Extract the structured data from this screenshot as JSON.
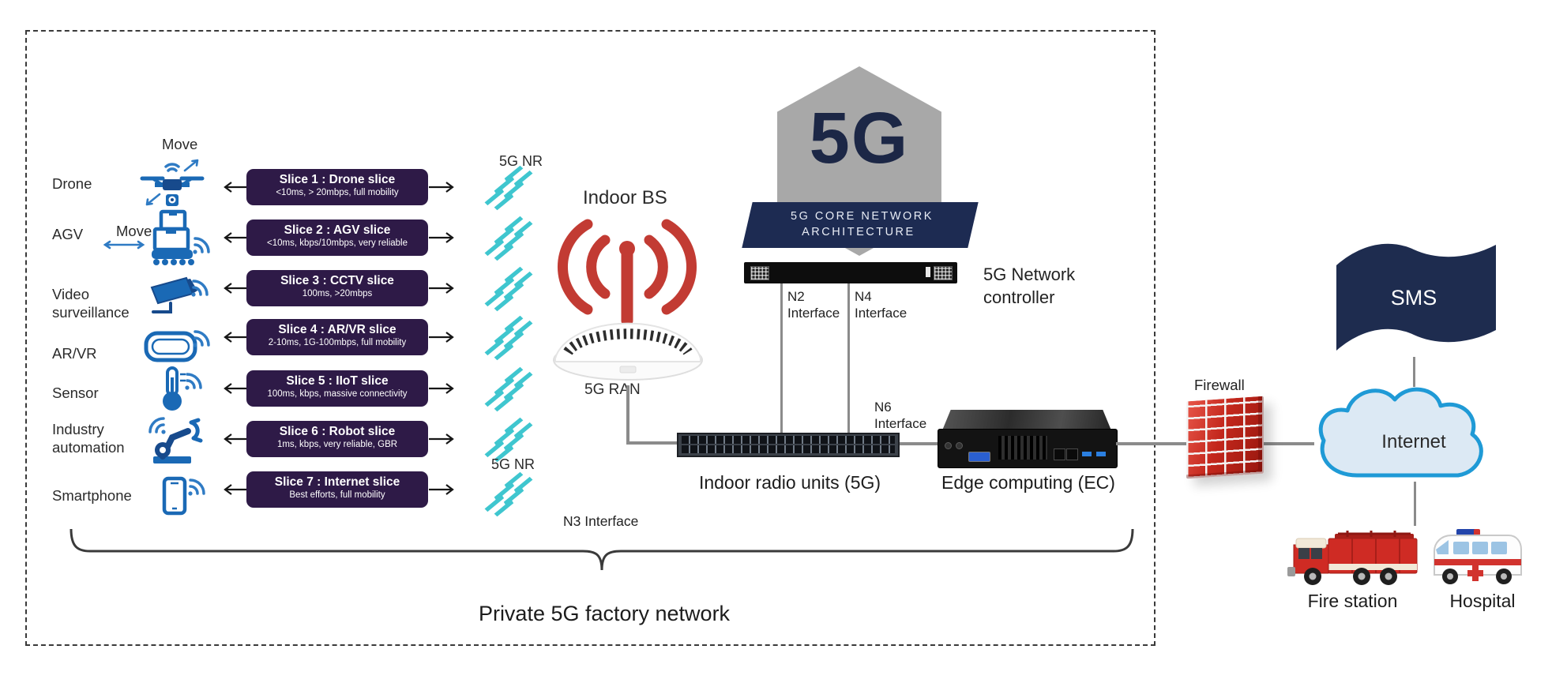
{
  "devices": [
    {
      "label": "Drone",
      "move": "Move"
    },
    {
      "label": "AGV",
      "move": "Move"
    },
    {
      "l1": "Video",
      "l2": "surveillance"
    },
    {
      "label": "AR/VR"
    },
    {
      "label": "Sensor"
    },
    {
      "l1": "Industry",
      "l2": "automation"
    },
    {
      "label": "Smartphone"
    }
  ],
  "slices": [
    {
      "title": "Slice 1 : Drone slice",
      "spec": "<10ms, > 20mbps, full mobility"
    },
    {
      "title": "Slice 2 : AGV slice",
      "spec": "<10ms, kbps/10mbps, very reliable"
    },
    {
      "title": "Slice 3 : CCTV slice",
      "spec": "100ms, >20mbps"
    },
    {
      "title": "Slice 4 : AR/VR slice",
      "spec": "2-10ms, 1G-100mbps, full mobility"
    },
    {
      "title": "Slice 5 : IIoT slice",
      "spec": "100ms, kbps, massive connectivity"
    },
    {
      "title": "Slice 6 : Robot slice",
      "spec": "1ms, kbps, very reliable, GBR"
    },
    {
      "title": "Slice 7 : Internet slice",
      "spec": "Best efforts, full mobility"
    }
  ],
  "labels": {
    "nr_top": "5G NR",
    "nr_bottom": "5G NR",
    "indoor_bs": "Indoor BS",
    "ran": "5G RAN",
    "logo": "5G",
    "banner": {
      "l1": "5G CORE NETWORK",
      "l2": "ARCHITECTURE"
    },
    "controller": {
      "l1": "5G Network",
      "l2": "controller"
    },
    "n2": {
      "l1": "N2",
      "l2": "Interface"
    },
    "n4": {
      "l1": "N4",
      "l2": "Interface"
    },
    "n6": {
      "l1": "N6",
      "l2": "Interface"
    },
    "n3": "N3 Interface",
    "radio_units": "Indoor radio units (5G)",
    "edge": "Edge computing (EC)",
    "firewall": "Firewall",
    "sms": "SMS",
    "internet": "Internet",
    "fire_station": "Fire station",
    "hospital": "Hospital",
    "private_network": "Private 5G factory network"
  },
  "colors": {
    "slice_pill": "#2e1a47",
    "device_blue": "#1a69b5",
    "device_navy": "#174a8c",
    "bolt_cyan": "#3fc6cf",
    "antenna_red": "#c23b33",
    "hexagon_gray": "#a8a8a8",
    "navy": "#1d2b52",
    "firewall_red": "#c3271c",
    "cloud_fill": "#dce9f4",
    "cloud_stroke": "#1f9ad6"
  }
}
